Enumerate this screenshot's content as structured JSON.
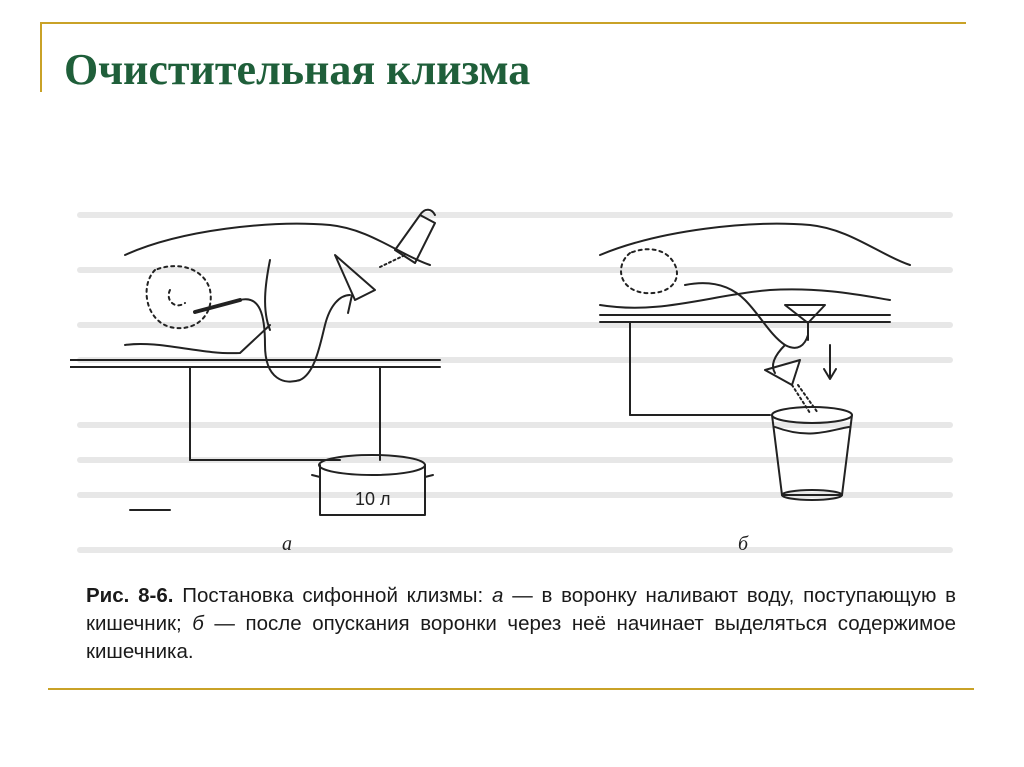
{
  "slide": {
    "title": "Очистительная клизма",
    "accent_color": "#c9a227",
    "title_color": "#1f5f3a"
  },
  "figure": {
    "label_a": "а",
    "label_b": "б",
    "pot_label": "10 л"
  },
  "caption": {
    "ref": "Рис. 8-6.",
    "text_1": " Постановка сифонной клизмы: ",
    "a": "а",
    "text_2": " — в воронку наливают воду, поступающую в кишечник; ",
    "b": "б",
    "text_3": " — после опускания воронки через неё начинает выделяться содержимое кишечника."
  }
}
